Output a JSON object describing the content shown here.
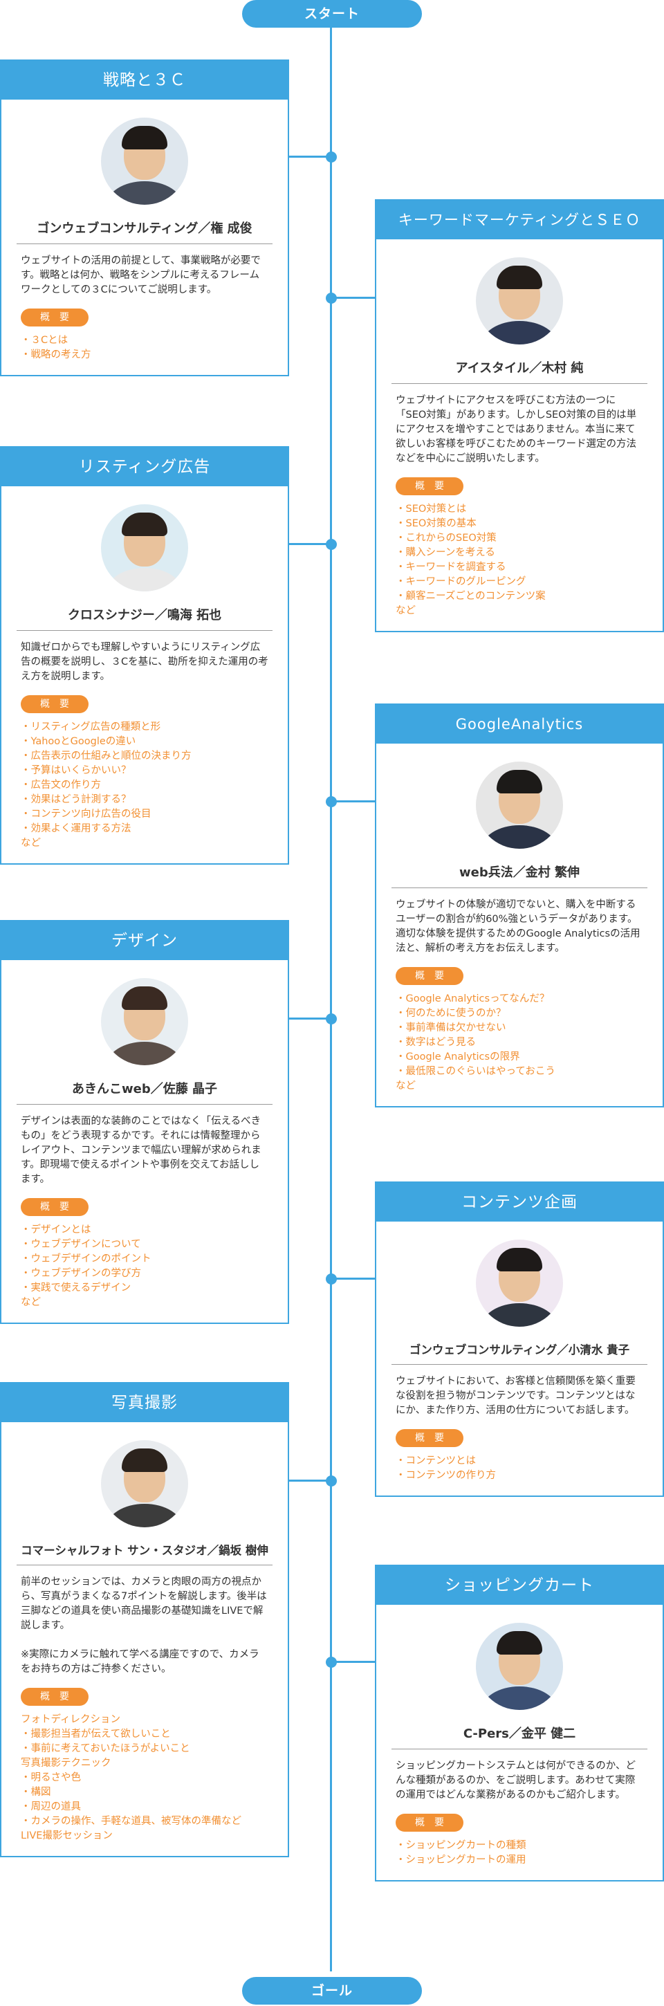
{
  "timeline": {
    "start_label": "スタート",
    "goal_label": "ゴール",
    "color": "#3ea6e0"
  },
  "sessions": [
    {
      "title": "戦略と３Ｃ",
      "speaker": "ゴンウェブコンサルティング／権 成俊",
      "description": [
        "ウェブサイトの活用の前提として、事業戦略が必要です。戦略とは何か、戦略をシンプルに考えるフレームワークとしての３Cについてご説明します。"
      ],
      "summary_label": "概　要",
      "topics": [
        "・３Cとは",
        "・戦略の考え方"
      ]
    },
    {
      "title": "キーワードマーケティングとＳＥＯ",
      "speaker": "アイスタイル／木村 純",
      "description": [
        "ウェブサイトにアクセスを呼びこむ方法の一つに「SEO対策」があります。しかしSEO対策の目的は単にアクセスを増やすことではありません。本当に来て欲しいお客様を呼びこむためのキーワード選定の方法などを中心にご説明いたします。"
      ],
      "summary_label": "概　要",
      "topics": [
        "・SEO対策とは",
        "・SEO対策の基本",
        "・これからのSEO対策",
        "・購入シーンを考える",
        "・キーワードを調査する",
        "・キーワードのグルーピング",
        "・顧客ニーズごとのコンテンツ案",
        "など"
      ]
    },
    {
      "title": "リスティング広告",
      "speaker": "クロスシナジー／鳴海 拓也",
      "description": [
        "知識ゼロからでも理解しやすいようにリスティング広告の概要を説明し、３Cを基に、勘所を抑えた運用の考え方を説明します。"
      ],
      "summary_label": "概　要",
      "topics": [
        "・リスティング広告の種類と形",
        "・YahooとGoogleの違い",
        "・広告表示の仕組みと順位の決まり方",
        "・予算はいくらかいい？",
        "・広告文の作り方",
        "・効果はどう計測する？",
        "・コンテンツ向け広告の役目",
        "・効果よく運用する方法",
        "など"
      ]
    },
    {
      "title": "GoogleAnalytics",
      "speaker": "web兵法／金村 繁伸",
      "description": [
        "ウェブサイトの体験が適切でないと、購入を中断するユーザーの割合が約60%強というデータがあります。適切な体験を提供するためのGoogle Analyticsの活用法と、解析の考え方をお伝えします。"
      ],
      "summary_label": "概　要",
      "topics": [
        "・Google Analyticsってなんだ？",
        "・何のために使うのか？",
        "・事前準備は欠かせない",
        "・数字はどう見る",
        "・Google Analyticsの限界",
        "・最低限このぐらいはやっておこう",
        "など"
      ]
    },
    {
      "title": "デザイン",
      "speaker": "あきんこweb／佐藤 晶子",
      "description": [
        "デザインは表面的な装飾のことではなく「伝えるべきもの」をどう表現するかです。それには情報整理からレイアウト、コンテンツまで幅広い理解が求められます。即現場で使えるポイントや事例を交えてお話しします。"
      ],
      "summary_label": "概　要",
      "topics": [
        "・デザインとは",
        "・ウェブデザインについて",
        "・ウェブデザインのポイント",
        "・ウェブデザインの学び方",
        "・実践で使えるデザイン",
        "など"
      ]
    },
    {
      "title": "コンテンツ企画",
      "speaker": "ゴンウェブコンサルティング／小清水 貴子",
      "description": [
        "ウェブサイトにおいて、お客様と信頼関係を築く重要な役割を担う物がコンテンツです。コンテンツとはなにか、また作り方、活用の仕方についてお話します。"
      ],
      "summary_label": "概　要",
      "topics": [
        "・コンテンツとは",
        "・コンテンツの作り方"
      ]
    },
    {
      "title": "写真撮影",
      "speaker": "コマーシャルフォト サン・スタジオ／鍋坂 樹伸",
      "description": [
        "前半のセッションでは、カメラと肉眼の両方の視点から、写真がうまくなる7ポイントを解説します。後半は三脚などの道具を使い商品撮影の基礎知識をLIVEで解説します。",
        "※実際にカメラに触れて学べる講座ですので、カメラをお持ちの方はご持参ください。"
      ],
      "summary_label": "概　要",
      "topics": [
        "フォトディレクション",
        "・撮影担当者が伝えて欲しいこと",
        "・事前に考えておいたほうがよいこと",
        "写真撮影テクニック",
        "・明るさや色",
        "・構図",
        "・周辺の道具",
        "・カメラの操作、手軽な道具、被写体の準備など",
        "LIVE撮影セッション"
      ]
    },
    {
      "title": "ショッピングカート",
      "speaker": "C-Pers／金平 健二",
      "description": [
        "ショッピングカートシステムとは何ができるのか、どんな種類があるのか、をご説明します。あわせて実際の運用ではどんな業務があるのかもご紹介します。"
      ],
      "summary_label": "概　要",
      "topics": [
        "・ショッピングカートの種類",
        "・ショッピングカートの運用"
      ]
    }
  ]
}
